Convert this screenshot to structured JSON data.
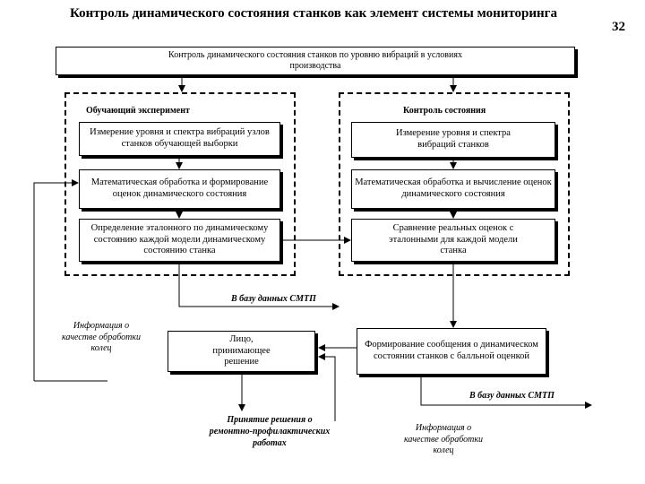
{
  "title": "Контроль динамического состояния станков как элемент системы мониторинга",
  "page_number": "32",
  "top_box": "Контроль динамического состояния станков по уровню вибраций в условиях производства",
  "left_group": {
    "label": "Обучающий эксперимент",
    "steps": [
      "Измерение уровня и спектра вибраций узлов станков обучающей выборки",
      "Математическая обработка и формирование оценок динамического состояния",
      "Определение эталонного по динамическому состоянию каждой модели динамическому состоянию станка"
    ]
  },
  "right_group": {
    "label": "Контроль состояния",
    "steps": [
      "Измерение уровня и спектра вибраций станков",
      "Математическая обработка и вычисление оценок динамического состояния",
      "Сравнение реальных оценок с эталонными для каждой модели станка"
    ]
  },
  "db_label_1": "В базу данных СМТП",
  "db_label_2": "В базу данных СМТП",
  "decision_maker": "Лицо, принимающее решение",
  "message_box": "Формирование сообщения о динамическом состоянии станков с балльной оценкой",
  "info_left": "Информация о качестве обработки колец",
  "decision_text": "Принятие решения о ремонтно-профилактических работах",
  "info_bottom": "Информация о качестве обработки колец"
}
